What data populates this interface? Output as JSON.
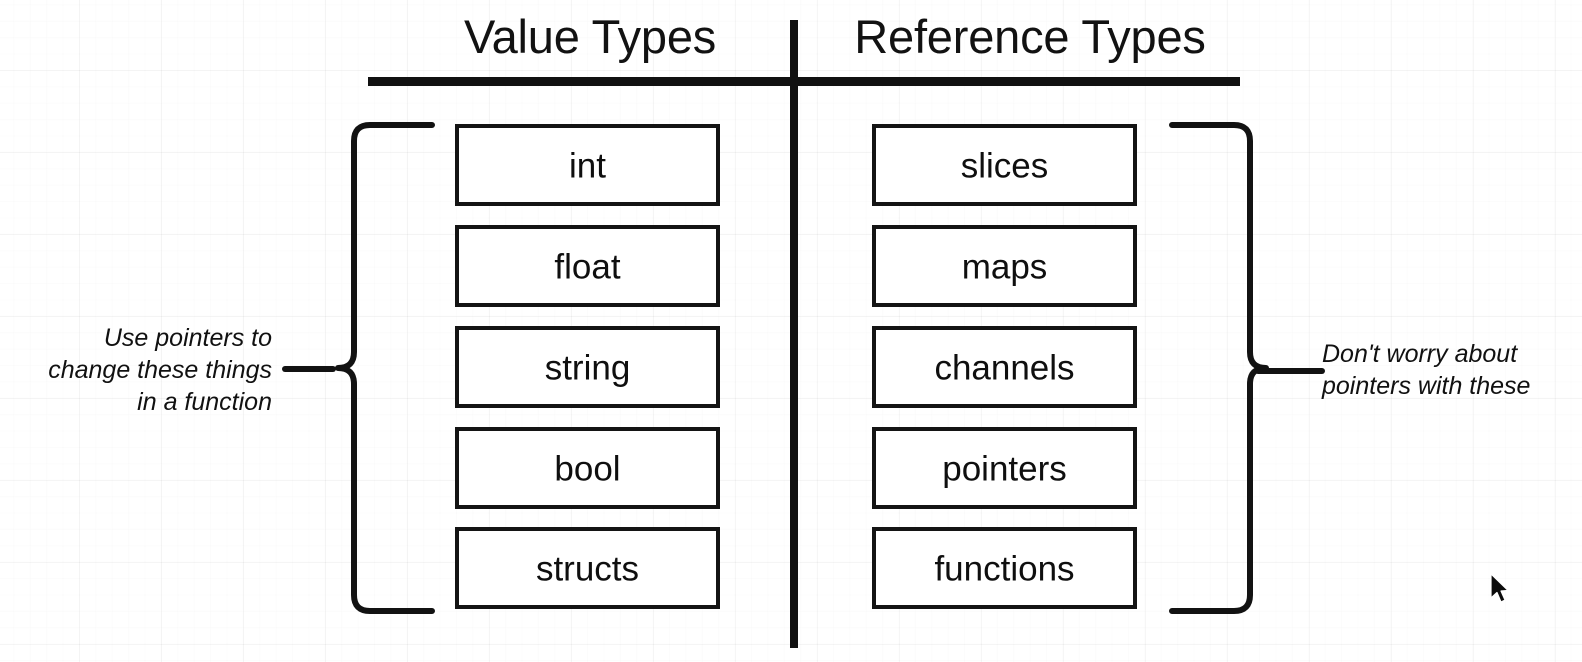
{
  "diagram": {
    "columns": [
      {
        "id": "value-types",
        "title": "Value Types",
        "items": [
          "int",
          "float",
          "string",
          "bool",
          "structs"
        ],
        "annotation": "Use pointers to change these things in a function"
      },
      {
        "id": "reference-types",
        "title": "Reference Types",
        "items": [
          "slices",
          "maps",
          "channels",
          "pointers",
          "functions"
        ],
        "annotation": "Don't worry about pointers with these"
      }
    ],
    "annotations": {
      "left_line1": "Use pointers to",
      "left_line2": "change these things",
      "left_line3": "in a function",
      "right_line1": "Don't worry about",
      "right_line2": "pointers with these"
    },
    "colors": {
      "ink": "#121212",
      "box_border": "#141414",
      "background": "#ffffff",
      "grid": "#f0f0f0"
    },
    "icons": {
      "cursor": "arrow-pointer-icon",
      "left_brace": "curly-brace-left-icon",
      "right_brace": "curly-brace-right-icon"
    }
  }
}
